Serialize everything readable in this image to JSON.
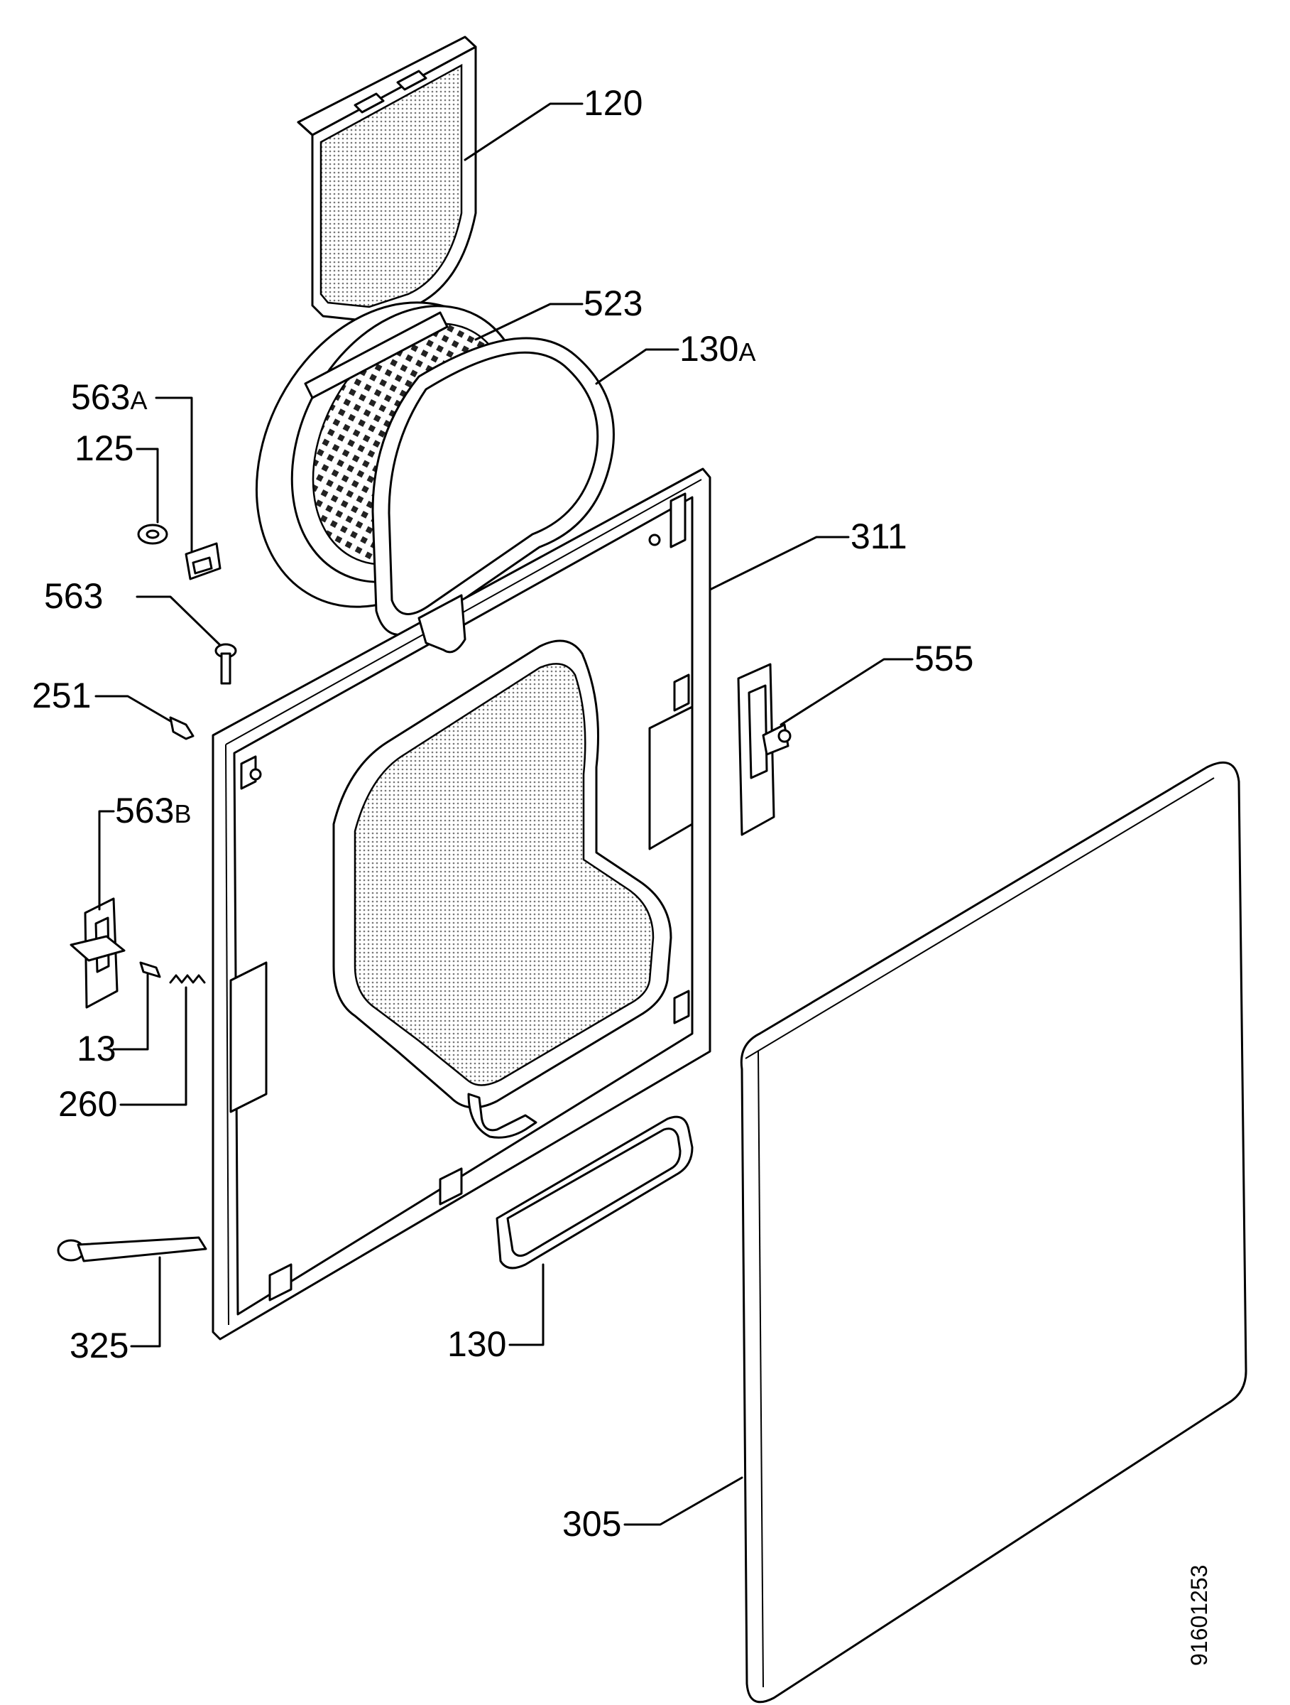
{
  "figure": {
    "doc_id": "91601253",
    "labels": {
      "p120": "120",
      "p523": "523",
      "p130a": "130",
      "p130a_suffix": "A",
      "p563a": "563",
      "p563a_suffix": "A",
      "p125": "125",
      "p311": "311",
      "p563": "563",
      "p555": "555",
      "p251": "251",
      "p563b": "563",
      "p563b_suffix": "B",
      "p13": "13",
      "p260": "260",
      "p325": "325",
      "p130": "130",
      "p305": "305"
    }
  }
}
